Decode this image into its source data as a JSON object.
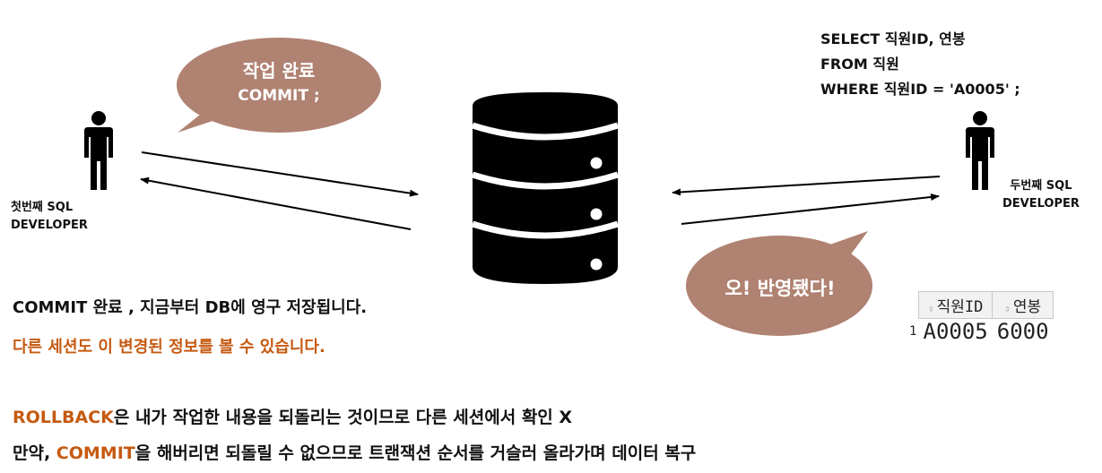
{
  "left_person": {
    "label_line1": "첫번째 SQL",
    "label_line2": "DEVELOPER"
  },
  "right_person": {
    "label_line1": "두번째 SQL",
    "label_line2": "DEVELOPER"
  },
  "left_bubble": {
    "line1": "작업 완료",
    "line2": "COMMIT ;"
  },
  "right_bubble": {
    "text": "오! 반영됐다!"
  },
  "sql_query": {
    "line1": "SELECT 직원ID, 연봉",
    "line2": "FROM 직원",
    "line3": "WHERE 직원ID = 'A0005' ;"
  },
  "result_grid": {
    "columns": [
      "직원ID",
      "연봉"
    ],
    "rows": [
      {
        "num": "1",
        "cells": [
          "A0005",
          "6000"
        ]
      }
    ]
  },
  "commit_note": {
    "line1": "COMMIT 완료 , 지금부터 DB에 영구 저장됩니다.",
    "line2": "다른 세션도 이 변경된 정보를 볼 수 있습니다."
  },
  "bottom_text": {
    "line1_keyword": "ROLLBACK",
    "line1_rest": "은 내가 작업한 내용을 되돌리는 것이므로 다른 세션에서 확인 X",
    "line2_prefix": "만약, ",
    "line2_keyword": "COMMIT",
    "line2_rest": "을 해버리면 되돌릴 수 없으므로 트랜잭션 순서를 거슬러 올라가며 데이터 복구"
  },
  "colors": {
    "bubble": "#b08272",
    "accent_orange": "#c55a11",
    "icon": "#000000"
  }
}
